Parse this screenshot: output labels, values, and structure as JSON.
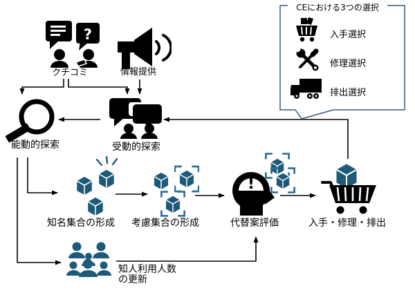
{
  "diagram": {
    "title_callout": {
      "title": "CEにおける3つの選択",
      "items": [
        {
          "icon": "cart-items-icon",
          "label": "入手選択"
        },
        {
          "icon": "tools-icon",
          "label": "修理選択"
        },
        {
          "icon": "truck-icon",
          "label": "排出選択"
        }
      ]
    },
    "nodes": {
      "kuchikomi": {
        "label": "クチコミ"
      },
      "joho": {
        "label": "情報提供"
      },
      "active_search": {
        "label": "能動的探索"
      },
      "passive_search": {
        "label": "受動的探索"
      },
      "awareness_set": {
        "label": "知名集合の形成"
      },
      "consideration_set": {
        "label": "考慮集合の形成"
      },
      "evaluation": {
        "label": "代替案評価"
      },
      "acquire_repair_dispose": {
        "label": "入手・修理・排出"
      },
      "acquaintance_update": {
        "label_line1": "知人利用人数",
        "label_line2": "の更新"
      }
    },
    "glyphs": {
      "question": "?",
      "exclamation": "!"
    },
    "colors": {
      "cube": "#1d5a7a",
      "bracket": "#2e6e99",
      "callout_border": "#3b5878",
      "ink": "#000000"
    }
  }
}
